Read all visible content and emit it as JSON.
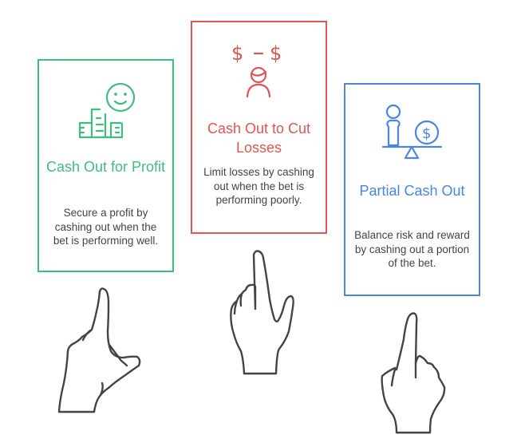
{
  "colors": {
    "profit": "#3dbf7b",
    "losses": "#e05555",
    "partial": "#4a86e0",
    "text": "#444444",
    "hand_stroke": "#444444"
  },
  "cards": [
    {
      "id": "profit",
      "icon": "building-smiley-icon",
      "title": "Cash Out for Profit",
      "description": "Secure a profit by cashing out when the bet is performing well."
    },
    {
      "id": "losses",
      "icon": "dollar-minus-dollar-person-icon",
      "title": "Cash Out to Cut Losses",
      "description": "Limit losses by cashing out when the bet is performing poorly."
    },
    {
      "id": "partial",
      "icon": "person-dollar-balance-icon",
      "title": "Partial Cash Out",
      "description": "Balance risk and reward by cashing out a portion of the bet."
    }
  ],
  "hands": [
    {
      "icon": "pointing-hand-icon",
      "under": "profit"
    },
    {
      "icon": "pointing-hand-icon",
      "under": "losses"
    },
    {
      "icon": "pointing-hand-icon",
      "under": "partial"
    }
  ]
}
